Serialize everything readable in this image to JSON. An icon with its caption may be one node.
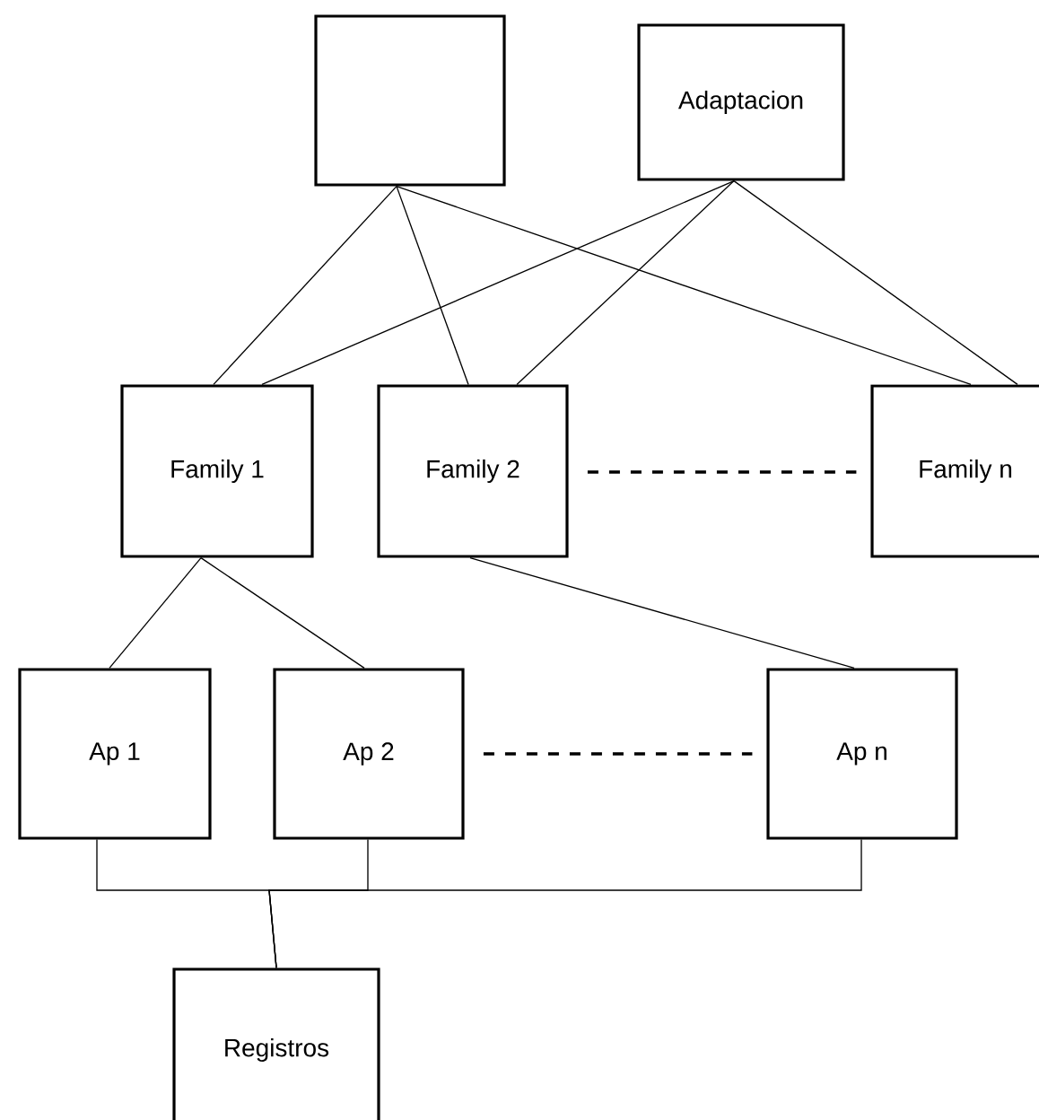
{
  "diagram": {
    "nodes": [
      {
        "text": [],
        "shape": "box"
      },
      {
        "text": [
          "Adaptacion"
        ]
      },
      {
        "text": [
          "Family 1"
        ]
      },
      {
        "text": [
          "Family 2"
        ]
      },
      {
        "text": [
          "Family n"
        ]
      },
      {
        "text": [
          "Ap 1"
        ]
      },
      {
        "text": [
          "Ap 2"
        ]
      },
      {
        "text": [
          "Ap n"
        ]
      },
      {
        "text": [
          "Registros"
        ]
      }
    ],
    "edges": [
      {
        "from": 0,
        "to": 2,
        "arrow": "none"
      },
      {
        "from": 0,
        "to": 3,
        "arrow": "none"
      },
      {
        "from": 0,
        "to": 4,
        "arrow": "none"
      },
      {
        "from": 1,
        "to": 2,
        "arrow": "none"
      },
      {
        "from": 1,
        "to": 3,
        "arrow": "none"
      },
      {
        "from": 1,
        "to": 4,
        "arrow": "none"
      },
      {
        "from": 3,
        "to": 4,
        "arrow": "none",
        "style": "dashed"
      },
      {
        "from": 2,
        "to": 5,
        "arrow": "none"
      },
      {
        "from": 2,
        "to": 6,
        "arrow": "none"
      },
      {
        "from": 3,
        "to": 7,
        "arrow": "none"
      },
      {
        "from": 6,
        "to": 7,
        "arrow": "none",
        "style": "dashed"
      },
      {
        "from": 5,
        "to": 8,
        "arrow": "none"
      },
      {
        "from": 6,
        "to": 8,
        "arrow": "none"
      },
      {
        "from": 7,
        "to": 8,
        "arrow": "none"
      }
    ]
  }
}
